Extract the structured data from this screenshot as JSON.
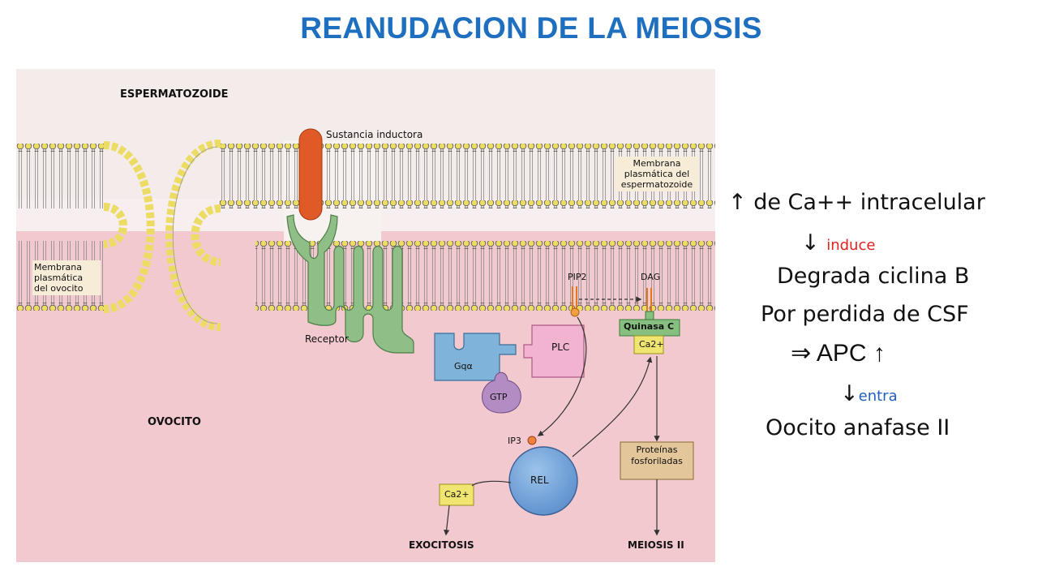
{
  "title": "REANUDACION DE LA MEIOSIS",
  "diagram": {
    "label_sperm": "ESPERMATOZOIDE",
    "label_inducer": "Sustancia inductora",
    "label_sperm_membrane": "Membrana\nplasmática del\nespermatozoide",
    "label_oocyte_membrane": "Membrana\nplasmática\ndel ovocito",
    "label_receptor": "Receptor",
    "label_gqa": "Gqα",
    "label_gtp": "GTP",
    "label_plc": "PLC",
    "label_pip2": "PIP2",
    "label_dag": "DAG",
    "label_kinase_c": "Quinasa C",
    "label_ca_kinase": "Ca2+",
    "label_ovocito": "OVOCITO",
    "label_ip3": "IP3",
    "label_rel": "REL",
    "label_ca_rel": "Ca2+",
    "label_phosphorylated": "Proteínas\nfosforiladas",
    "label_exocitosis": "EXOCITOSIS",
    "label_meiosis": "MEIOSIS II"
  },
  "notes": {
    "line1": "↑ de  Ca++ intracelular",
    "line2_arrow": "↓",
    "line2_word": "induce",
    "line3": "Degrada ciclina B",
    "line4": "Por perdida  de CSF",
    "line5": "⇒ APC ↑",
    "line6_arrow": "↓",
    "line6_word": "entra",
    "line7": "Oocito anafase II"
  },
  "colors": {
    "title": "#1f6fc1",
    "membrane": "#ecdc64",
    "inducer": "#e05a28",
    "receptor": "#8fbf86",
    "gq": "#7fb3d9",
    "plc": "#f1b3d0",
    "gtp": "#b38cc4",
    "rel": "#6fa0d8",
    "kinase": "#86bf80",
    "ca_box": "#f0e570",
    "note_red": "#e02020",
    "note_blue": "#2060c0"
  }
}
